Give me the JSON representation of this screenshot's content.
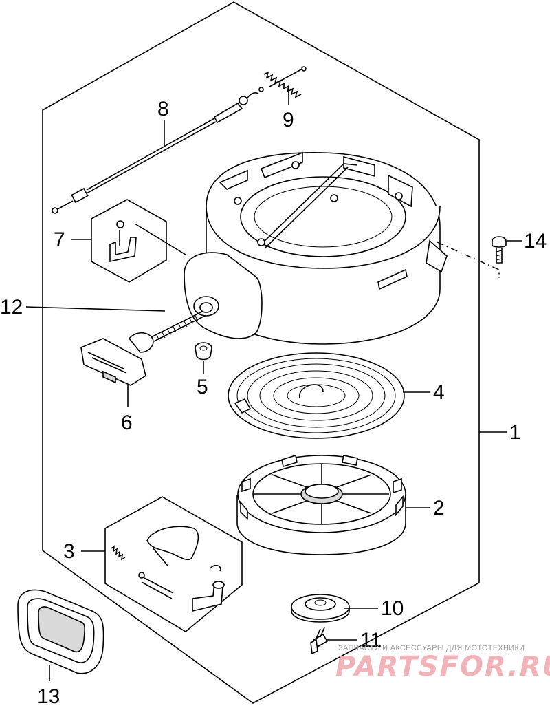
{
  "labels": {
    "l1": "1",
    "l2": "2",
    "l3": "3",
    "l4": "4",
    "l5": "5",
    "l6": "6",
    "l7": "7",
    "l8": "8",
    "l9": "9",
    "l10": "10",
    "l11": "11",
    "l12": "12",
    "l13": "13",
    "l14": "14"
  },
  "watermark": {
    "tagline": "ЗАПЧАСТИ И АКСЕССУАРЫ ДЛЯ МОТОТЕХНИКИ",
    "logo": "PARTSFOR.RU",
    "color": "#e88a93"
  }
}
